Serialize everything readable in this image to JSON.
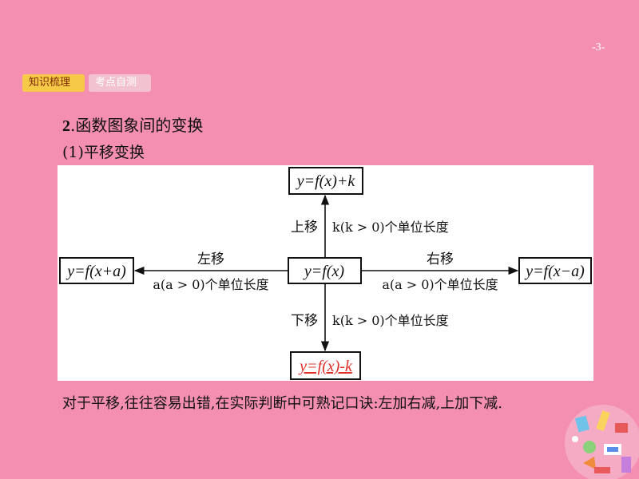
{
  "page": {
    "number": "-3-"
  },
  "tabs": [
    {
      "label": "知识梳理",
      "active": true
    },
    {
      "label": "考点自测",
      "active": false
    }
  ],
  "section": {
    "number": "2",
    "title": "函数图象间的变换"
  },
  "subsection": {
    "title": "(1)平移变换"
  },
  "diagram": {
    "center": "y=f(x)",
    "up": {
      "result": "y=f(x)+k",
      "action": "上移",
      "amount": "k(k > 0)个单位长度"
    },
    "down": {
      "result": "y=f(x)-k",
      "action": "下移",
      "amount": "k(k > 0)个单位长度"
    },
    "left": {
      "result": "y=f(x+a)",
      "action": "左移",
      "amount": "a(a > 0)个单位长度"
    },
    "right": {
      "result": "y=f(x−a)",
      "action": "右移",
      "amount": "a(a > 0)个单位长度"
    },
    "highlight_color": "#e0302a"
  },
  "note": "对于平移,往往容易出错,在实际判断中可熟记口诀:左加右减,上加下减."
}
